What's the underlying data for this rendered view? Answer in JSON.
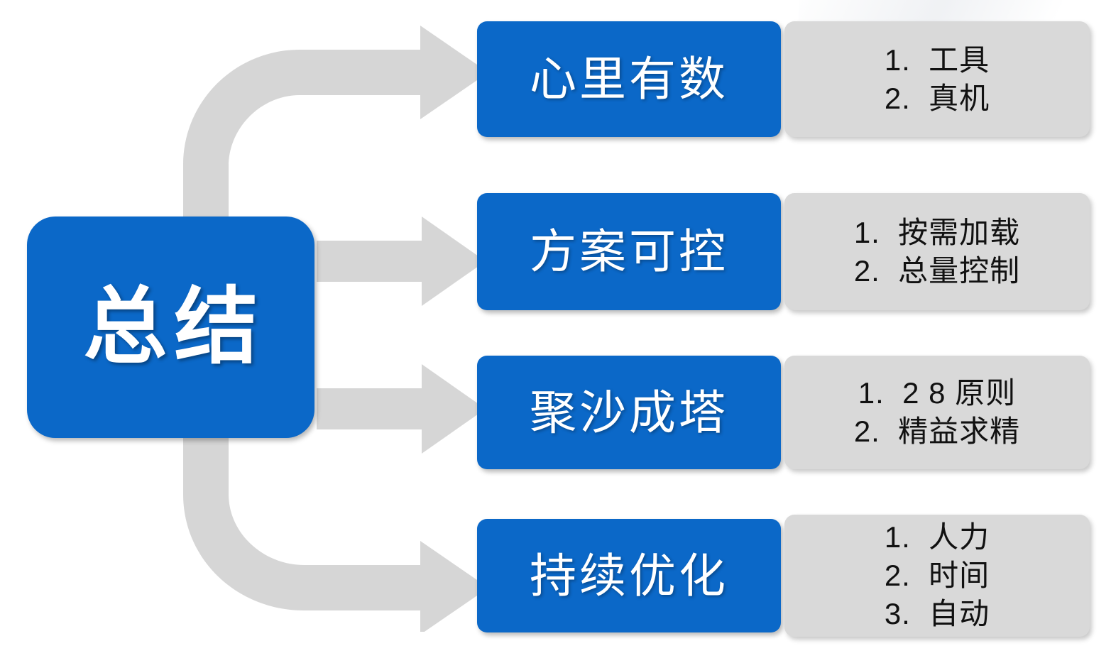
{
  "diagram": {
    "type": "hub-and-spoke-summary",
    "colors": {
      "accent_blue": "#0B68C8",
      "detail_gray": "#D9D9D9",
      "arrow_gray": "#D6D6D6",
      "background": "#FFFFFF",
      "title_text": "#FFFFFF",
      "detail_text": "#111111"
    },
    "root": {
      "label": "总结"
    },
    "branches": [
      {
        "title": "心里有数",
        "details": [
          "1.  工具",
          "2.  真机"
        ],
        "connector": "curved-elbow-arrow-up-right"
      },
      {
        "title": "方案可控",
        "details": [
          "1.  按需加载",
          "2.  总量控制"
        ],
        "connector": "straight-block-arrow-right"
      },
      {
        "title": "聚沙成塔",
        "details": [
          "1.  2 8 原则",
          "2.  精益求精"
        ],
        "connector": "straight-block-arrow-right"
      },
      {
        "title": "持续优化",
        "details": [
          "1.  人力",
          "2.  时间",
          "3.  自动"
        ],
        "connector": "curved-elbow-arrow-down-right"
      }
    ]
  }
}
